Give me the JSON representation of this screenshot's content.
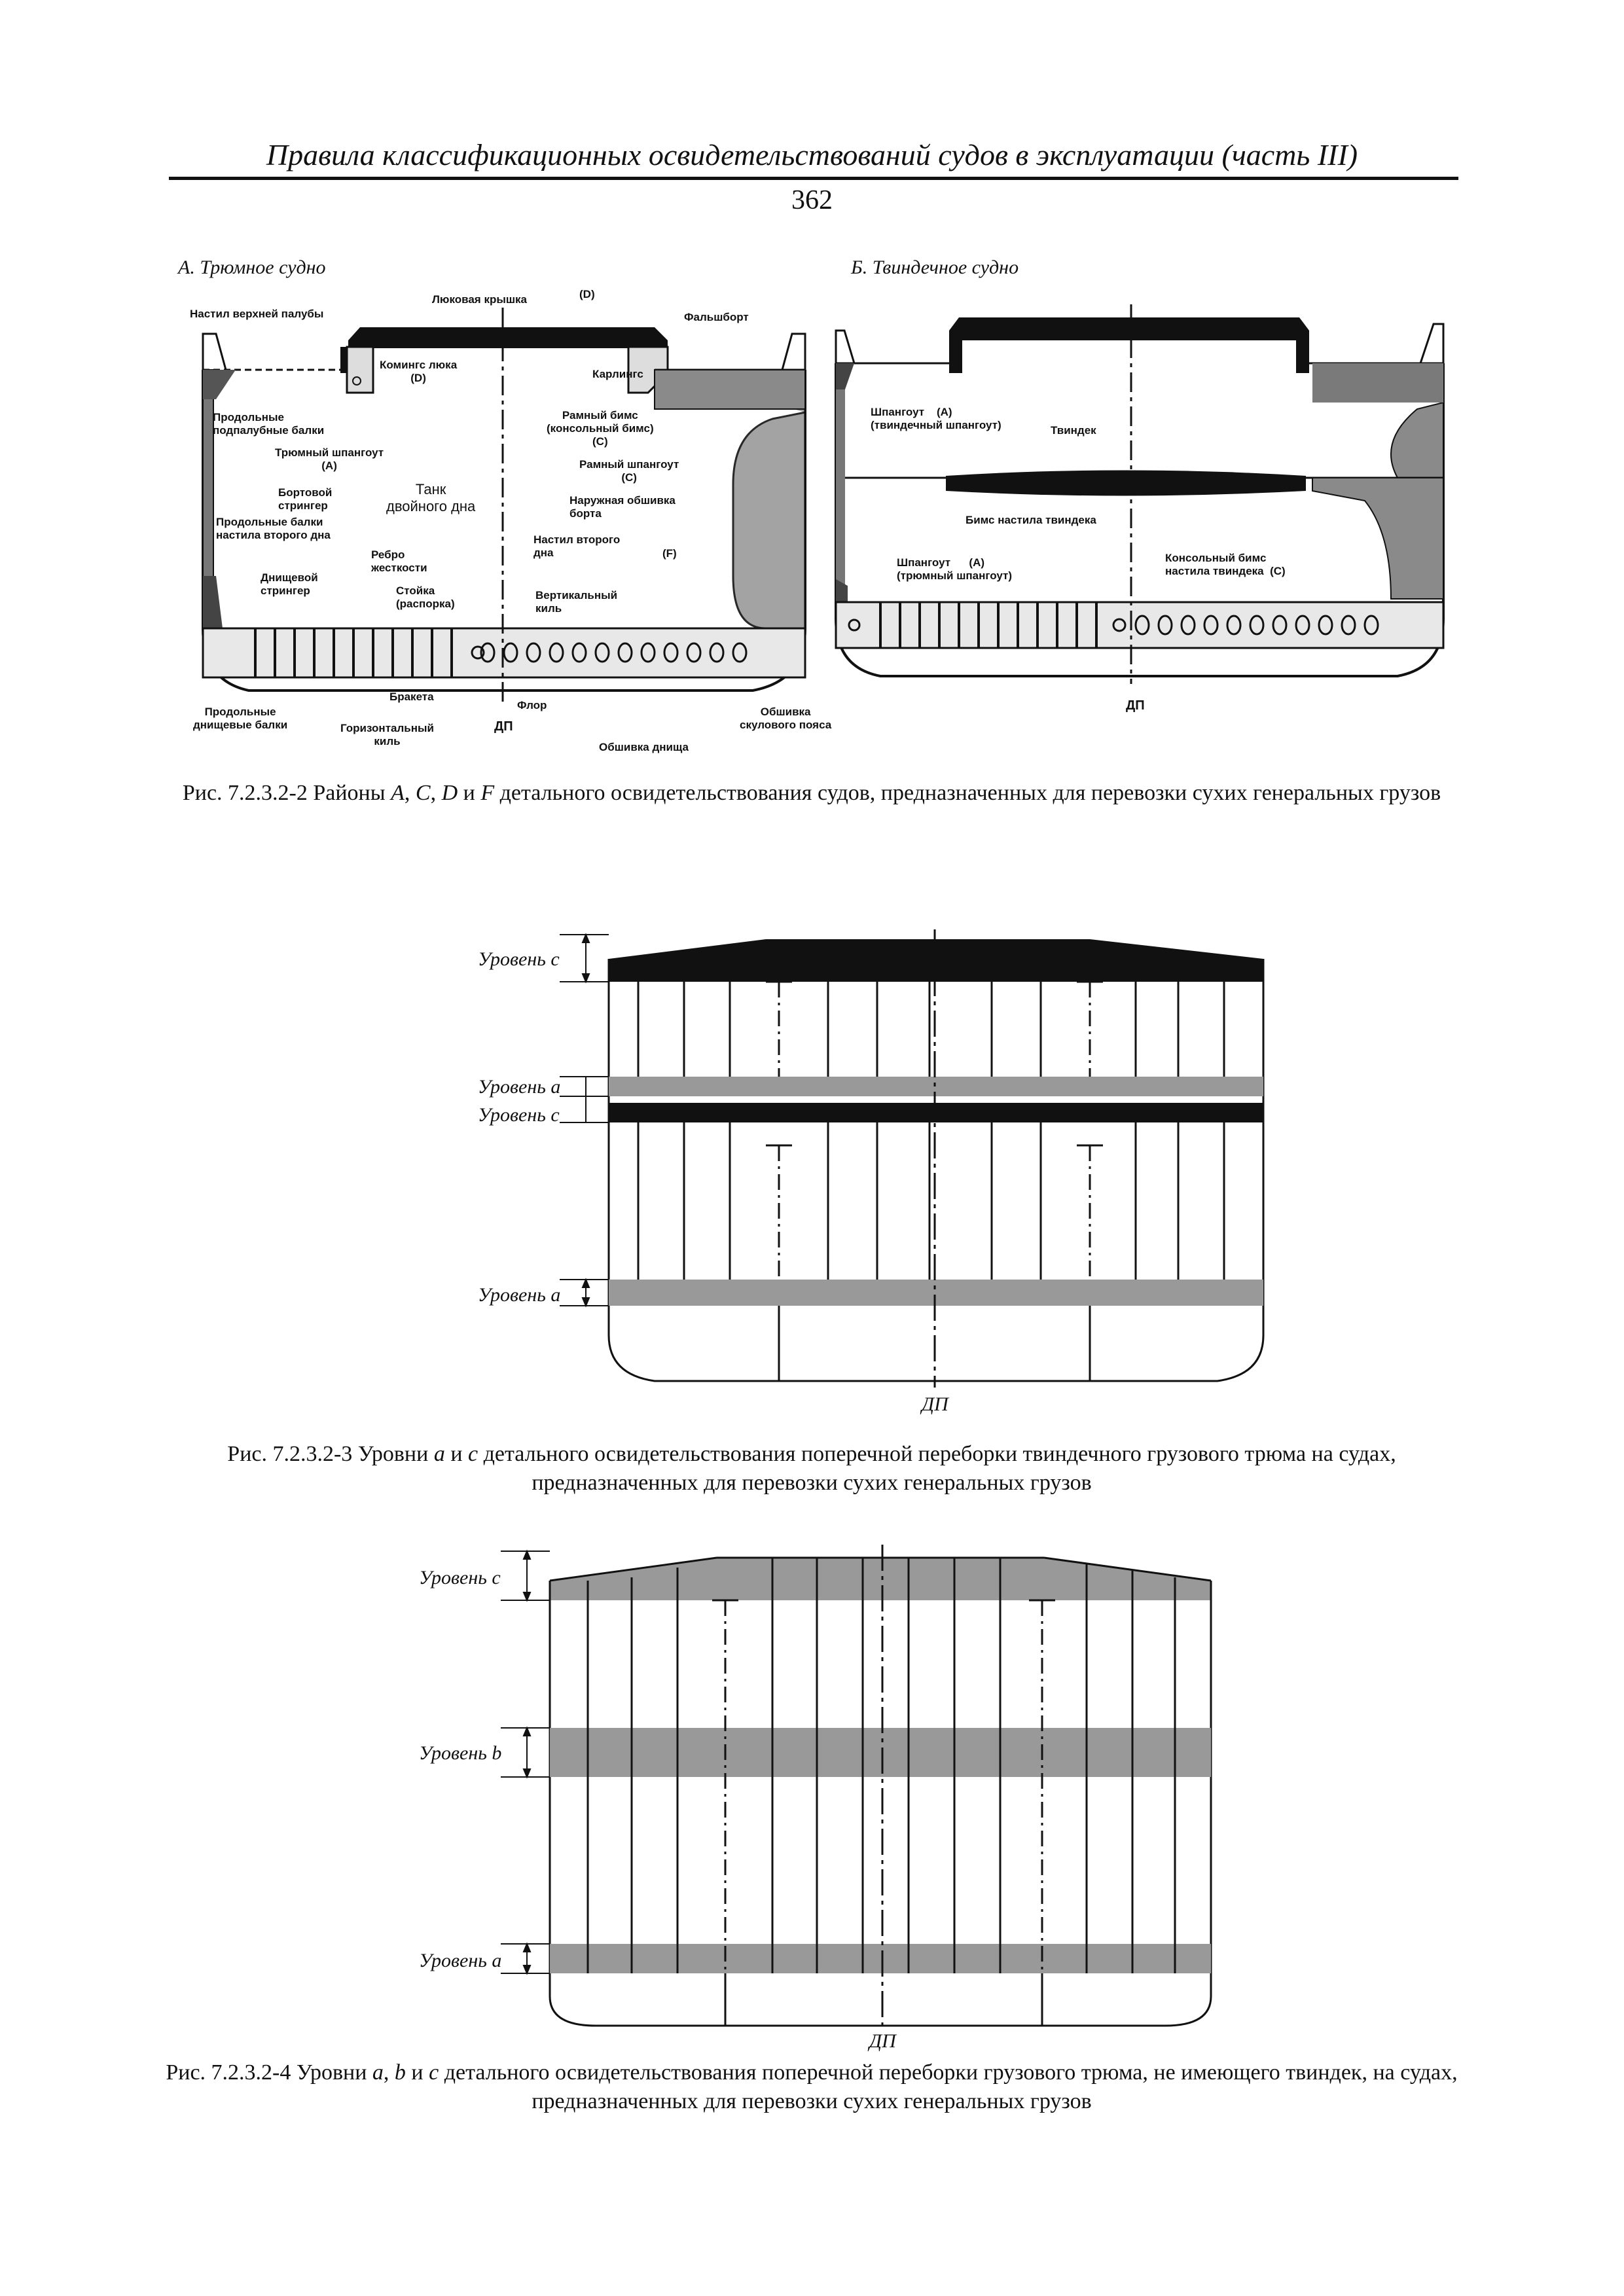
{
  "header": {
    "title": "Правила классификационных освидетельствований судов в эксплуатации (часть III)",
    "page_number": "362"
  },
  "figure1": {
    "panel_a_title": "А. Трюмное судно",
    "panel_b_title": "Б. Твиндечное судно",
    "panel_a_labels": {
      "hatch_cover": "Люковая крышка",
      "hatch_cover_code": "(D)",
      "upper_deck": "Настил верхней палубы",
      "bulwark": "Фальшборт",
      "hatch_coaming": "Комингс люка\n(D)",
      "girder": "Карлингс",
      "deck_longitudinals": "Продольные\nподпалубные балки",
      "hold_frame": "Трюмный шпангоут\n(А)",
      "web_beam": "Рамный бимс\n(консольный бимс)\n(C)",
      "web_frame": "Рамный шпангоут\n(C)",
      "side_stringer": "Бортовой\nстрингер",
      "inner_bottom_long": "Продольные балки\nнастила второго дна",
      "double_bottom_tank": "Танк\nдвойного дна",
      "side_shell": "Наружная обшивка\nборта",
      "stiffener": "Ребро\nжесткости",
      "bottom_stringer": "Днищевой\nстрингер",
      "inner_bottom": "Настил второго\nдна",
      "inner_bottom_code": "(F)",
      "strut": "Стойка\n(распорка)",
      "vertical_keel": "Вертикальный\nкиль",
      "bottom_longitudinals": "Продольные\nднищевые балки",
      "bracket": "Бракета",
      "floor": "Флор",
      "bilge_plating": "Обшивка\nскулового пояса",
      "horizontal_keel": "Горизонтальный\nкиль",
      "bottom_plating": "Обшивка днища",
      "centerline": "ДП"
    },
    "panel_b_labels": {
      "tween_frame": "Шпангоут    (А)\n(твиндечный шпангоут)",
      "tween_deck": "Твиндек",
      "tween_beam": "Бимс настила твиндека",
      "hold_frame": "Шпангоут      (А)\n(трюмный шпангоут)",
      "cantilever": "Консольный бимс\nнастила твиндека  (C)",
      "centerline": "ДП"
    },
    "caption_main": "Рис. 7.2.3.2-2 Районы ",
    "caption_vars": [
      "A",
      "C",
      "D",
      "F"
    ],
    "caption_and": "и",
    "caption_rest": " детального освидетельствования судов, предназначенных для перевозки сухих генеральных грузов"
  },
  "figure2": {
    "labels": [
      "Уровень c",
      "Уровень a",
      "Уровень c",
      "Уровень a"
    ],
    "centerline": "ДП",
    "caption_prefix": "Рис. 7.2.3.2-3 Уровни ",
    "caption_a": "a",
    "caption_and": " и ",
    "caption_c": "c",
    "caption_rest": " детального освидетельствования поперечной переборки твиндечного грузового трюма на судах, предназначенных для перевозки сухих генеральных грузов"
  },
  "figure3": {
    "labels": [
      "Уровень c",
      "Уровень b",
      "Уровень a"
    ],
    "centerline": "ДП",
    "caption_prefix": "Рис. 7.2.3.2-4 Уровни ",
    "caption_a": "a",
    "caption_b": "b",
    "caption_c": "c",
    "caption_rest": " детального освидетельствования поперечной переборки грузового трюма, не имеющего твиндек, на судах, предназначенных для перевозки сухих генеральных грузов"
  }
}
